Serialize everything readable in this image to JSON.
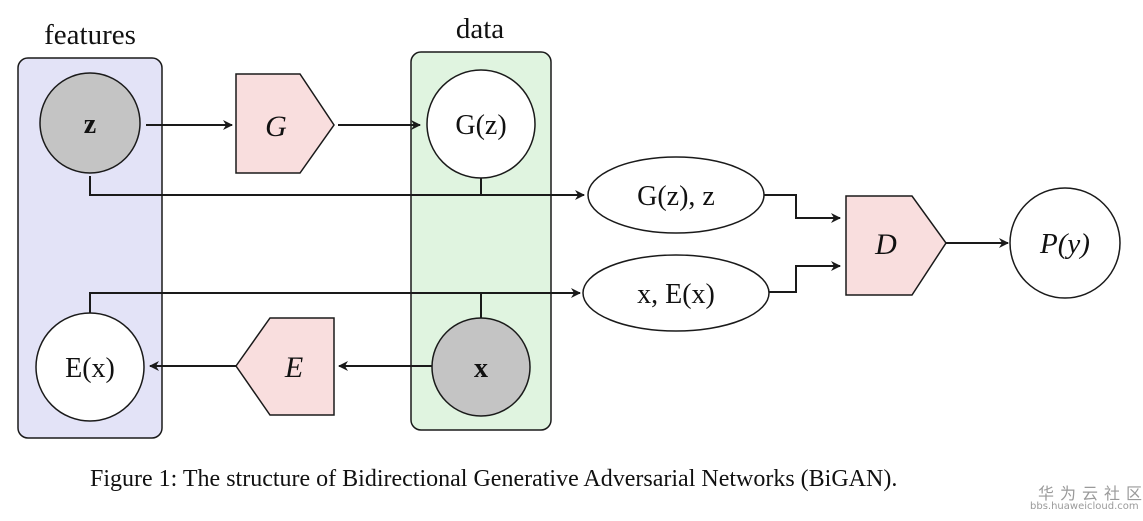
{
  "groups": {
    "features": "features",
    "data": "data"
  },
  "nodes": {
    "z": "z",
    "G": "G",
    "Gz": "G(z)",
    "Gz_z": "G(z), z",
    "D": "D",
    "Py": "P(y)",
    "x_Ex": "x, E(x)",
    "Ex": "E(x)",
    "E": "E",
    "x": "x"
  },
  "caption": "Figure 1: The structure of Bidirectional Generative Adversarial Networks (BiGAN).",
  "watermark": {
    "brand": "华为云社区",
    "url": "bbs.huaweicloud.com"
  },
  "colors": {
    "features_box": "#e3e3f7",
    "data_box": "#e0f4e0",
    "module_fill": "#f9dede",
    "observed_node": "#c4c4c4",
    "node_fill": "#ffffff",
    "stroke": "#1a1a1a"
  }
}
